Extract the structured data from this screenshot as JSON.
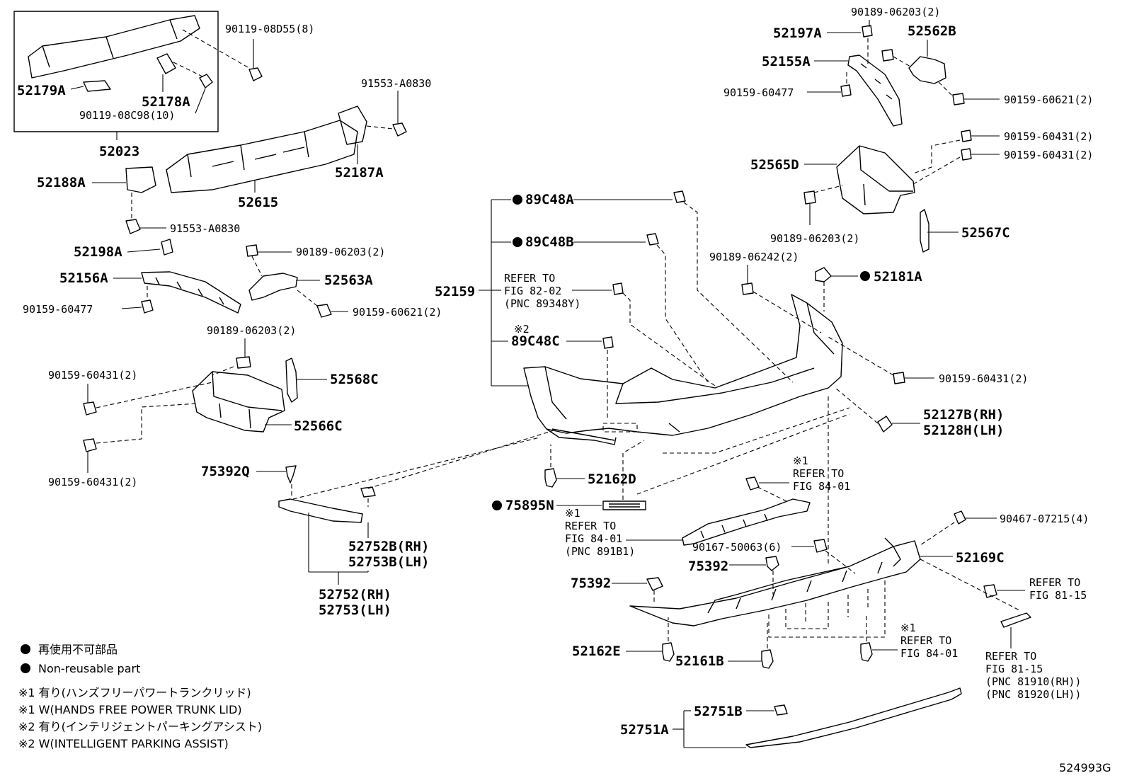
{
  "labels": {
    "p90119_08D55": "90119-08D55(8)",
    "p52179A": "52179A",
    "p52178A": "52178A",
    "p90119_08C98": "90119-08C98(10)",
    "p52023": "52023",
    "p91553_A0830_top": "91553-A0830",
    "p52187A": "52187A",
    "p52615": "52615",
    "p52188A": "52188A",
    "p91553_A0830": "91553-A0830",
    "p52198A": "52198A",
    "p52156A": "52156A",
    "p90159_60477_l": "90159-60477",
    "p90189_06203_l1": "90189-06203(2)",
    "p52563A": "52563A",
    "p90159_60621_l": "90159-60621(2)",
    "p90189_06203_l2": "90189-06203(2)",
    "p90159_60431_l1": "90159-60431(2)",
    "p52568C": "52568C",
    "p52566C": "52566C",
    "p90159_60431_l2": "90159-60431(2)",
    "p75392Q": "75392Q",
    "p52752B": "52752B(RH)",
    "p52753B": "52753B(LH)",
    "p52752": "52752(RH)",
    "p52753": "52753(LH)",
    "p89C48A": "89C48A",
    "p89C48B": "89C48B",
    "p52159": "52159",
    "ref_82_1": "REFER TO",
    "ref_82_2": "FIG 82-02",
    "ref_82_3": "(PNC 89348Y)",
    "note2_mark": "※2",
    "p89C48C": "89C48C",
    "p52162D": "52162D",
    "p75895N": "75895N",
    "ref_891B1_0": "※1",
    "ref_891B1_1": "REFER TO",
    "ref_891B1_2": "FIG 84-01",
    "ref_891B1_3": "(PNC 891B1)",
    "ref_8401a_0": "※1",
    "ref_8401a_1": "REFER TO",
    "ref_8401a_2": "FIG 84-01",
    "p90189_06203_tr": "90189-06203(2)",
    "p52197A": "52197A",
    "p52562B": "52562B",
    "p52155A": "52155A",
    "p90159_60477_r": "90159-60477",
    "p90159_60621_r": "90159-60621(2)",
    "p90159_60431_r1": "90159-60431(2)",
    "p52565D": "52565D",
    "p90159_60431_r2": "90159-60431(2)",
    "p90189_06203_r": "90189-06203(2)",
    "p52567C": "52567C",
    "p90189_06242": "90189-06242(2)",
    "p52181A": "52181A",
    "p90159_60431_r3": "90159-60431(2)",
    "p52127B": "52127B(RH)",
    "p52128H": "52128H(LH)",
    "p90467_07215": "90467-07215(4)",
    "p90167_50063": "90167-50063(6)",
    "p52169C": "52169C",
    "p75392_a": "75392",
    "p75392_b": "75392",
    "ref_8115a_1": "REFER TO",
    "ref_8115a_2": "FIG 81-15",
    "p52162E": "52162E",
    "p52161B": "52161B",
    "ref_8401b_0": "※1",
    "ref_8401b_1": "REFER TO",
    "ref_8401b_2": "FIG 84-01",
    "ref_8115b_1": "REFER TO",
    "ref_8115b_2": "FIG 81-15",
    "ref_8115b_3": "(PNC 81910(RH))",
    "ref_8115b_4": "(PNC 81920(LH))",
    "p52751B": "52751B",
    "p52751A": "52751A"
  },
  "legend": {
    "line1": "再使用不可部品",
    "line2": "Non-reusable part",
    "note1_jp": "※1 有り(ハンズフリーパワートランクリッド)",
    "note1_en": "※1 W(HANDS FREE POWER TRUNK LID)",
    "note2_jp": "※2 有り(インテリジェントパーキングアシスト)",
    "note2_en": "※2 W(INTELLIGENT PARKING ASSIST)"
  },
  "figure_id": "524993G"
}
